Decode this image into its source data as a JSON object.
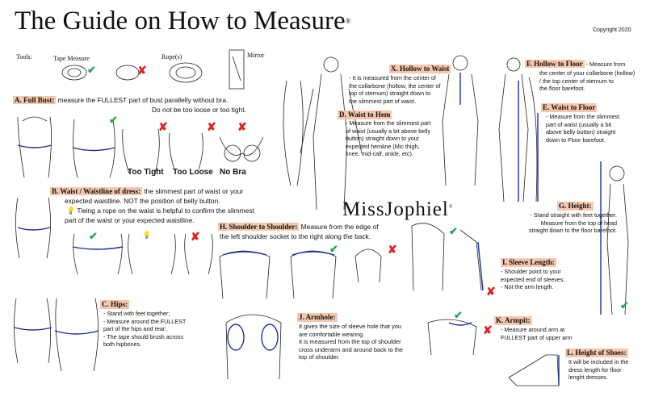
{
  "title": "The Guide on How to Measure",
  "title_mark": "®",
  "copyright": "Copyright 2020",
  "brand": "MissJophiel",
  "brand_mark": "®",
  "tools": {
    "label": "Tools:",
    "tape": "Tape Measure",
    "rope": "Rope(s)",
    "mirror": "Mirror"
  },
  "a": {
    "header": "A. Full Bust:",
    "line1": " measure the FULLEST part of bust parallelly without bra.",
    "line2": "Do not be too loose or too tight.",
    "too_tight": "Too Tight",
    "too_loose": "Too Loose",
    "no_bra": "No Bra"
  },
  "b": {
    "header": "B. Waist / Waistline of dress:",
    "line1": " the slimmest part of waist or your",
    "line2": "expected waistline. NOT the position of belly button.",
    "line3": "Tieing a rope on the waist is helpful to confirm the slimmest",
    "line4": "part of the waist or your expected waistline."
  },
  "c": {
    "header": "C. Hips:",
    "lines": [
      "- Stand with feet together;",
      "- Measure around the FULLEST",
      "part of the hips and rear;",
      "- The tape should brush across",
      "both hipbones."
    ]
  },
  "d": {
    "header": "D. Waist to Hem",
    "lines": [
      "- Measure from the slimmest part",
      "of waist (usually a bit above belly",
      "button) straight down to your",
      "expected hemline (Mic thigh,",
      "knee, mid-calf, ankle, etc)."
    ]
  },
  "e": {
    "header": "E. Waist to Floor",
    "lines": [
      "- Measure from the slimmest",
      "part of waist (usually a bit",
      "above belly button) straight",
      "down to Floor barefoot."
    ]
  },
  "f": {
    "header": "F. Hollow to Floor",
    "lines": [
      "- Measure from",
      "the center of your collarbone (hollow)",
      "/ the top center of sternum to",
      "the floor barefoot."
    ]
  },
  "g": {
    "header": "G. Height:",
    "lines": [
      "- Stand straight with feet together.",
      "Measure from the top of head",
      "straight down to the floor barefoot."
    ]
  },
  "h": {
    "header": "H. Shoulder to Shoulder:",
    "line1": " Measure from the edge of",
    "line2": "the left shoulder socket to the right along the back."
  },
  "i": {
    "header": "I. Sleeve Length:",
    "lines": [
      "- Shoulder point to your",
      "expected end of sleeves.",
      "- Not the arm length."
    ]
  },
  "j": {
    "header": "J. Armhole:",
    "lines": [
      "It gives the size of sleeve hole that you",
      "are comfortable wearing.",
      "It is measured from the top of shoulder",
      "cross underarm and around back to the",
      "top of shoulder."
    ]
  },
  "k": {
    "header": "K. Armpit:",
    "lines": [
      "- Measure around arm at",
      "FULLEST part of upper arm"
    ]
  },
  "l": {
    "header": "L. Height of Shoes:",
    "lines": [
      "It will be included in the",
      "dress length for floor",
      "lenght dresses."
    ]
  },
  "x": {
    "header": "X. Hollow to Waist",
    "lines": [
      "- It is measured from the center of",
      "the collarbone (hollow, the center of",
      "top of sternum) straight down to",
      "the slimmest part of waist."
    ]
  },
  "colors": {
    "header_bg": "#f6c7ad",
    "tick": "#1fa84a",
    "cross": "#e0221c",
    "tape": "#1a2fa0"
  }
}
